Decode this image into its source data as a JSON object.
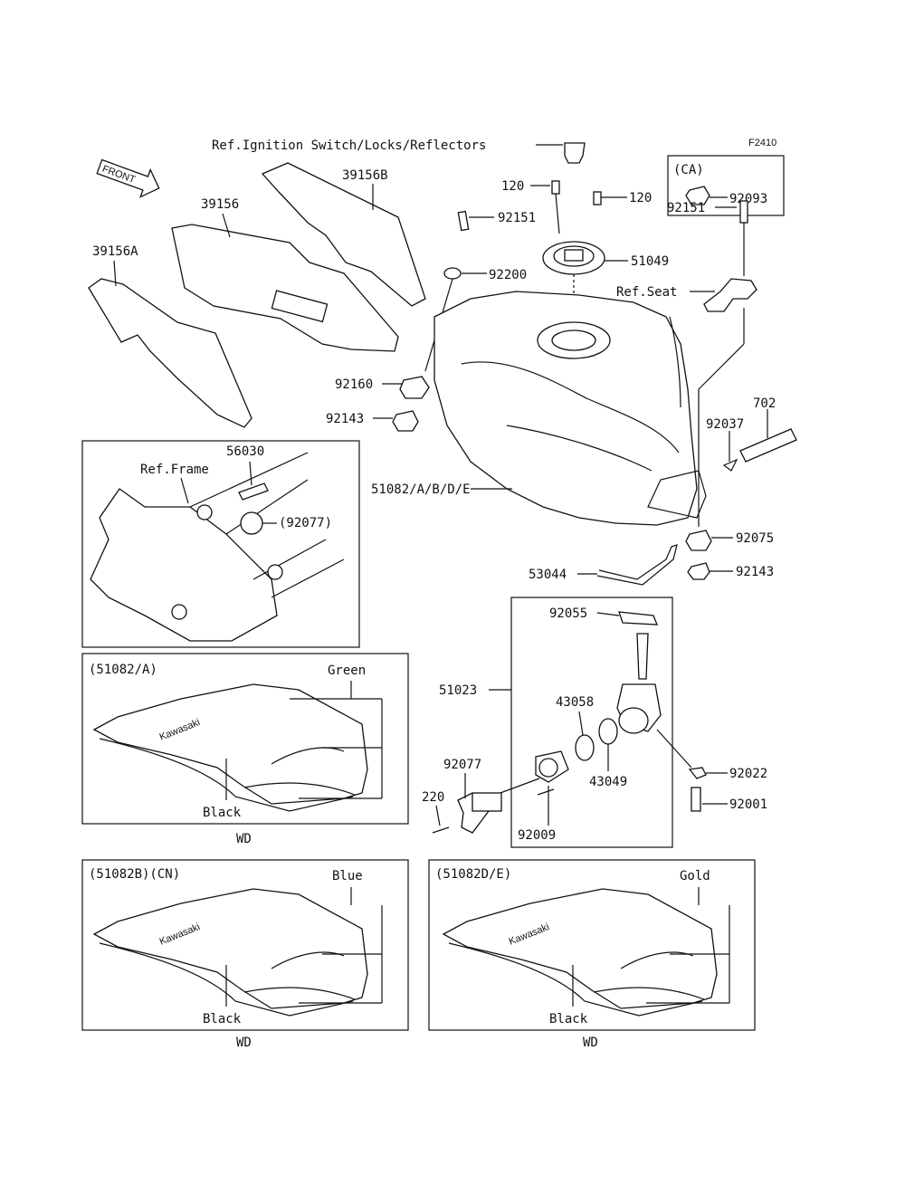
{
  "figure_code": "F2410",
  "front_arrow": "FRONT",
  "labels": {
    "ref_ignition": "Ref.Ignition Switch/Locks/Reflectors",
    "p39156B": "39156B",
    "p39156": "39156",
    "p39156A": "39156A",
    "p120a": "120",
    "p120b": "120",
    "ca": "(CA)",
    "p92093": "92093",
    "p92151a": "92151",
    "p92151b": "92151",
    "p92200": "92200",
    "p51049": "51049",
    "ref_seat": "Ref.Seat",
    "p92160": "92160",
    "p92143a": "92143",
    "p702": "702",
    "p92037": "92037",
    "p56030": "56030",
    "ref_frame": "Ref.Frame",
    "p92077a": "(92077)",
    "p51082": "51082/A/B/D/E",
    "p92075": "92075",
    "p92143b": "92143",
    "p53044": "53044",
    "p92055": "92055",
    "p51023": "51023",
    "p43058": "43058",
    "p43049": "43049",
    "p92077b": "92077",
    "p92022": "92022",
    "p92001": "92001",
    "p220": "220",
    "p92009": "92009"
  },
  "variants": [
    {
      "code": "(51082/A)",
      "color": "Green",
      "stripe": "Black",
      "market": "WD",
      "brand": "Kawasaki"
    },
    {
      "code": "(51082B)(CN)",
      "color": "Blue",
      "stripe": "Black",
      "market": "WD",
      "brand": "Kawasaki"
    },
    {
      "code": "(51082D/E)",
      "color": "Gold",
      "stripe": "Black",
      "market": "WD",
      "brand": "Kawasaki"
    }
  ]
}
